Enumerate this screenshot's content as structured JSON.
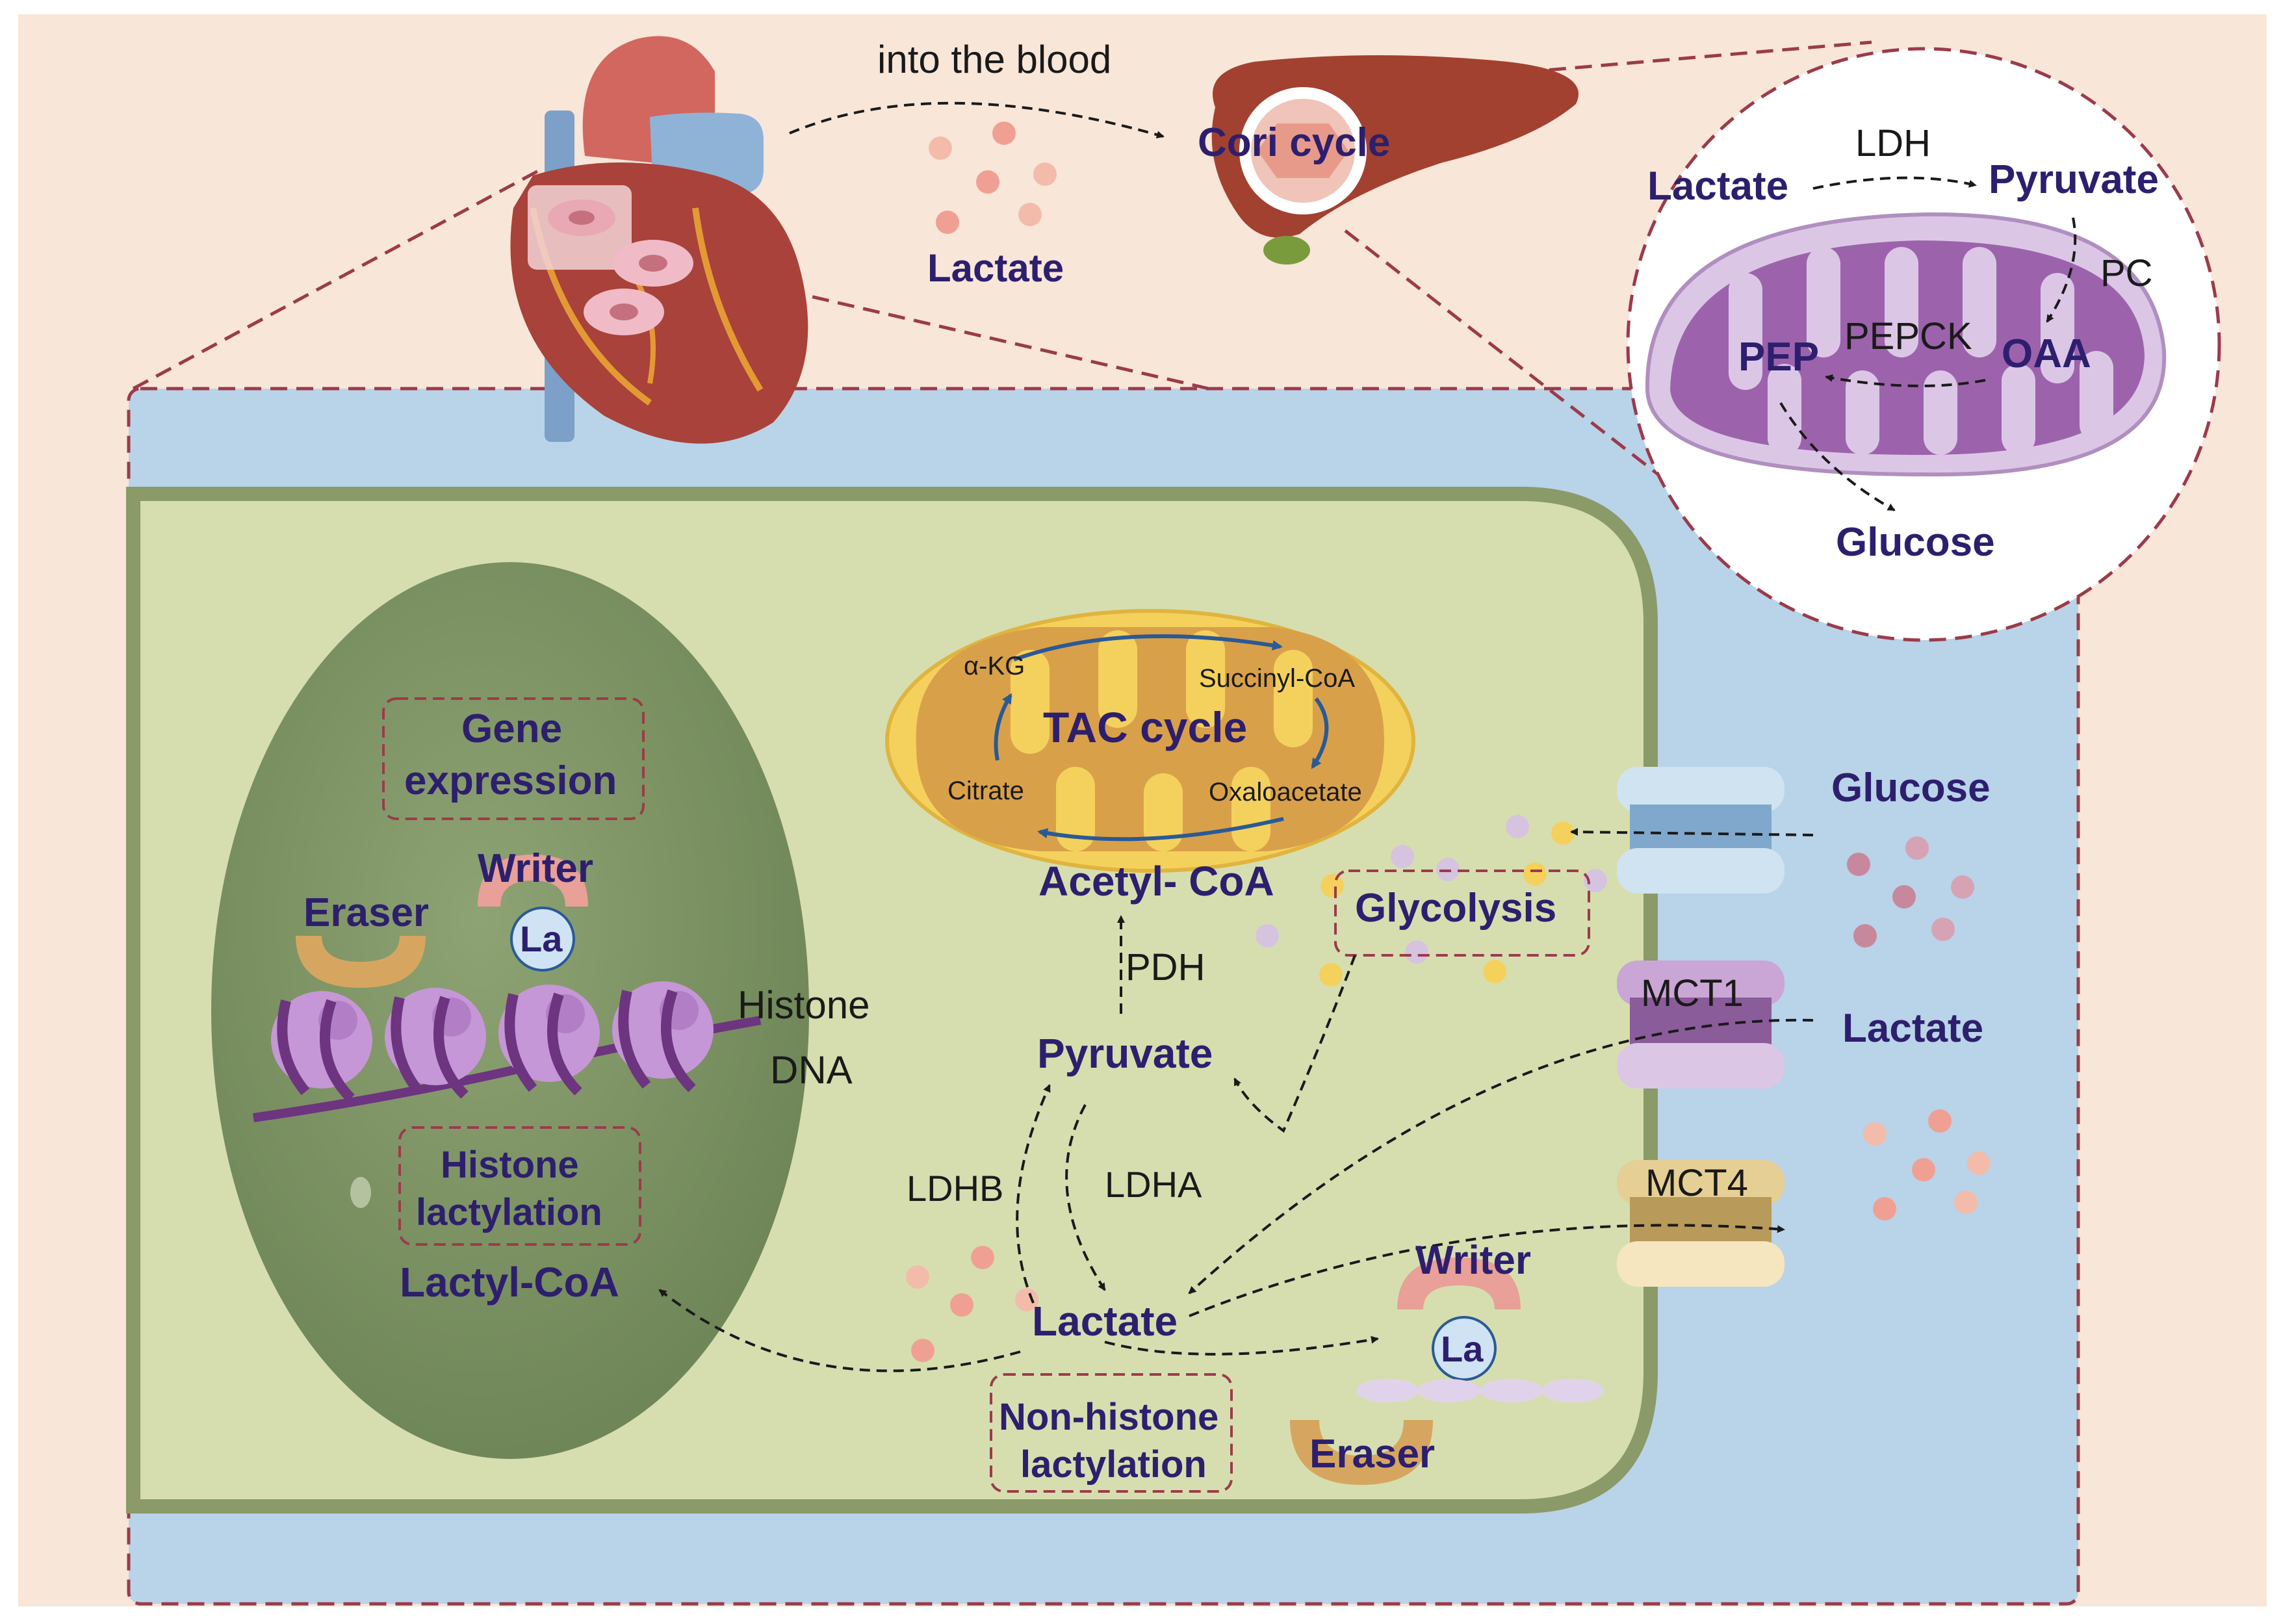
{
  "top": {
    "into_blood": "into the blood",
    "lactate": "Lactate",
    "cori_cycle": "Cori cycle"
  },
  "liver_zoom": {
    "lactate": "Lactate",
    "ldh": "LDH",
    "pyruvate": "Pyruvate",
    "pc": "PC",
    "pepck": "PEPCK",
    "oaa": "OAA",
    "pep": "PEP",
    "glucose": "Glucose"
  },
  "mitochondrion": {
    "tac_cycle": "TAC cycle",
    "alpha_kg": "α-KG",
    "succinyl_coa": "Succinyl-CoA",
    "citrate": "Citrate",
    "oxaloacetate": "Oxaloacetate",
    "acetyl_coa": "Acetyl- CoA"
  },
  "cell": {
    "pdh": "PDH",
    "pyruvate": "Pyruvate",
    "glycolysis": "Glycolysis",
    "ldhb": "LDHB",
    "ldha": "LDHA",
    "lactate": "Lactate",
    "writer": "Writer",
    "la": "La",
    "eraser": "Eraser",
    "non_histone": "Non-histone",
    "lactylation": "lactylation"
  },
  "nucleus": {
    "gene": "Gene",
    "expression": "expression",
    "writer": "Writer",
    "eraser": "Eraser",
    "la": "La",
    "histone": "Histone",
    "dna": "DNA",
    "histone_label": "Histone",
    "lactylation": "lactylation",
    "lactyl_coa": "Lactyl-CoA"
  },
  "membrane": {
    "glucose": "Glucose",
    "mct1": "MCT1",
    "lactate": "Lactate",
    "mct4": "MCT4"
  },
  "colors": {
    "background": "#f8e6d8",
    "extracellular": "#b9d3e8",
    "cytoplasm": "#d6deb0",
    "cell_border": "#8a9a68",
    "nucleus": "#7f9466",
    "mito_outer": "#f4d15c",
    "mito_inner": "#d9a04a",
    "liver_mito": "#a070b0",
    "label_text": "#2d1f6e"
  }
}
